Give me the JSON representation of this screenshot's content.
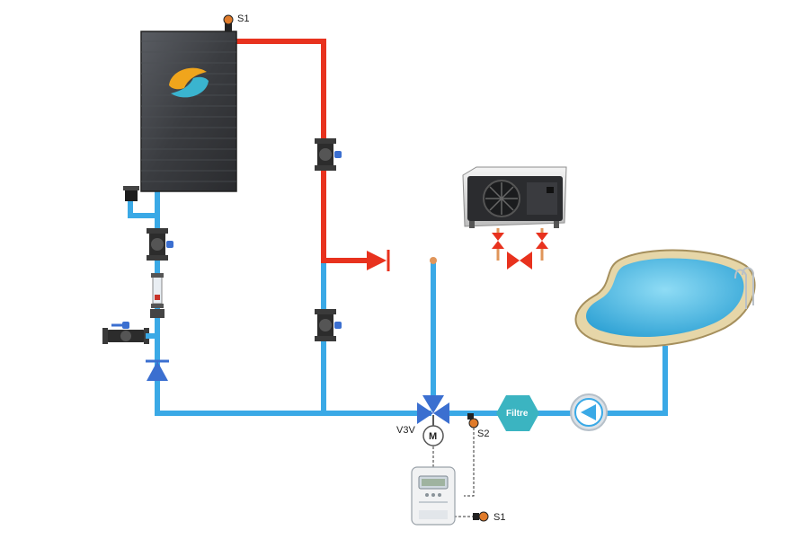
{
  "labels": {
    "sensor_collector": "S1",
    "sensor_return": "S2",
    "sensor_controller": "S1",
    "three_way_valve": "V3V",
    "motor": "M",
    "filter": "Filtre"
  },
  "colors": {
    "cold_pipe": "#3aa9e6",
    "hot_pipe": "#e8321e",
    "warm_pipe": "#e0955a",
    "valve_blue": "#3b6fd0",
    "sensor": "#e07b2a",
    "filter": "#3bb4c1",
    "pool_water": "#5cc3e8",
    "pool_rim": "#e6d6a8"
  },
  "icons": [
    "solar-collector-icon",
    "heat-pump-icon",
    "pool-icon",
    "pump-icon",
    "filter-icon",
    "controller-icon",
    "ball-valve-icon",
    "check-valve-icon",
    "flowmeter-icon",
    "three-way-valve-icon",
    "motor-icon",
    "temperature-sensor-icon"
  ]
}
